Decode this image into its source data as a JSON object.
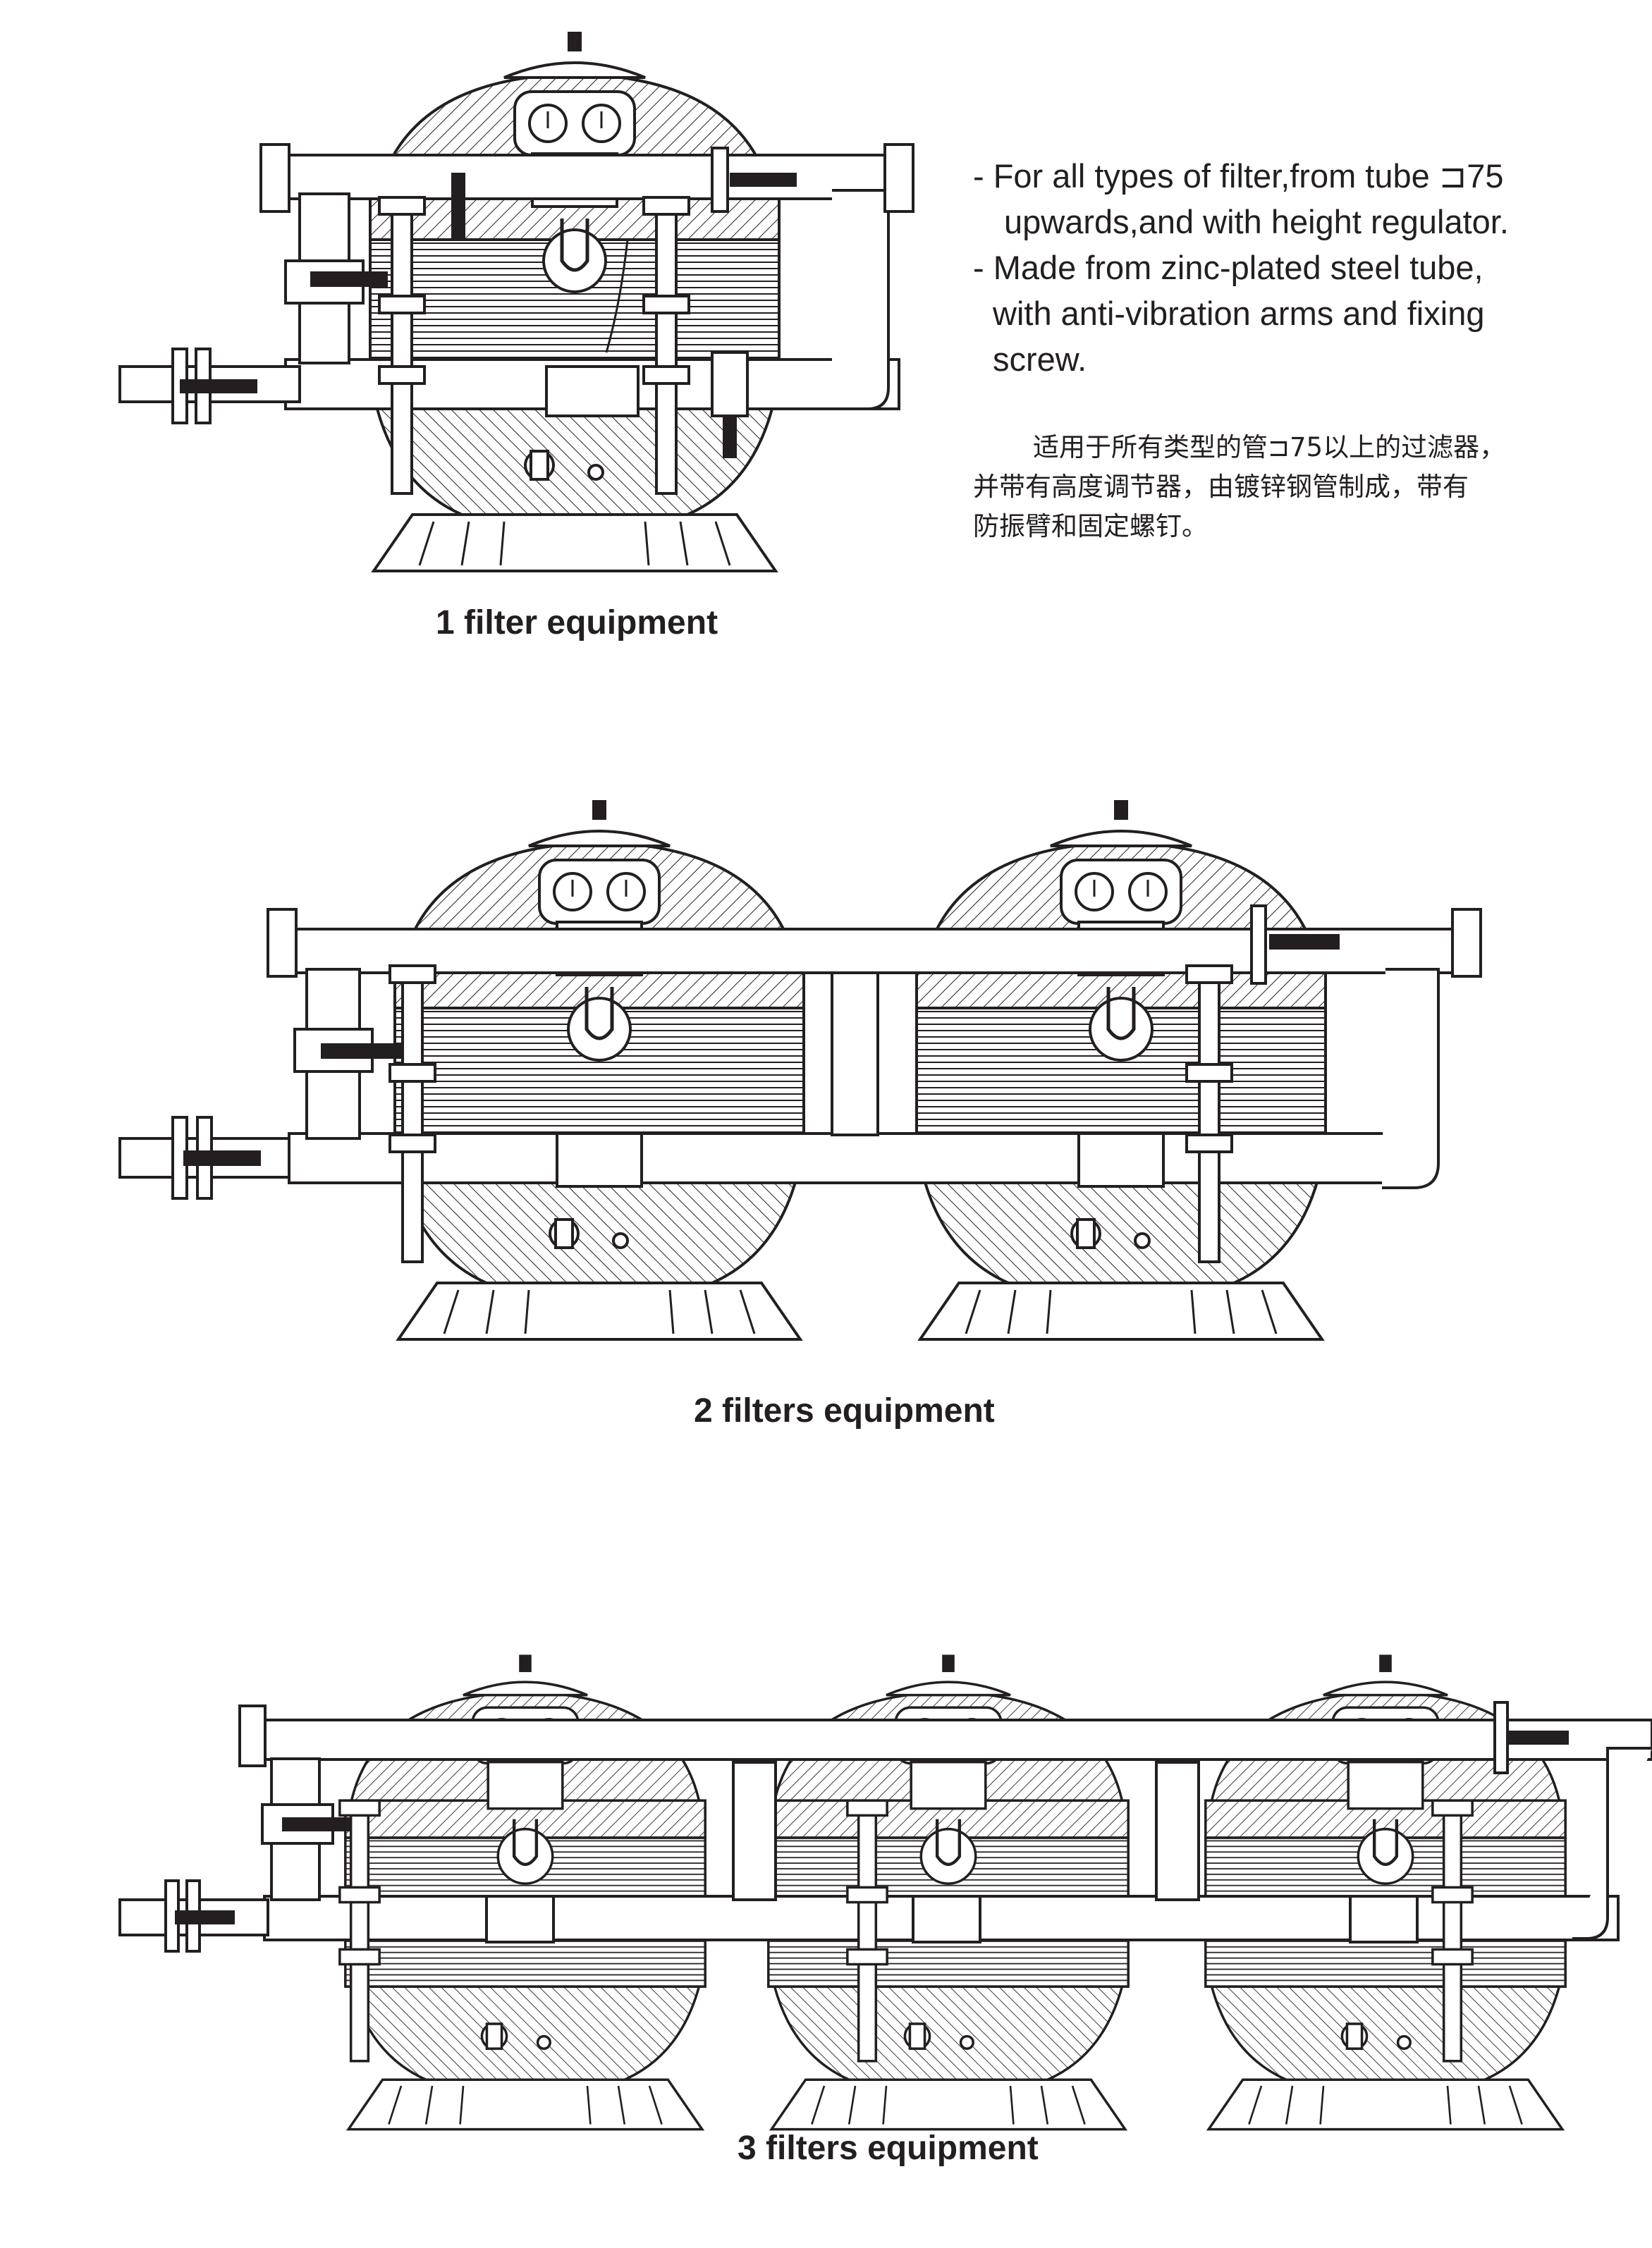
{
  "description": {
    "lines": [
      "- For all types of filter,from tube ⊐75",
      "upwards,and with height regulator.",
      "- Made from zinc-plated steel tube,",
      "with anti-vibration arms and fixing",
      "screw."
    ],
    "chinese_lines": [
      "适用于所有类型的管⊐75以上的过滤器，",
      "并带有高度调节器，由镀锌钢管制成，带有",
      "防振臂和固定螺钉。"
    ]
  },
  "captions": {
    "one": "1 filter equipment",
    "two": "2 filters equipment",
    "three": "3 filters equipment"
  },
  "colors": {
    "ink": "#231f20",
    "background": "#ffffff",
    "fill": "#ffffff"
  }
}
